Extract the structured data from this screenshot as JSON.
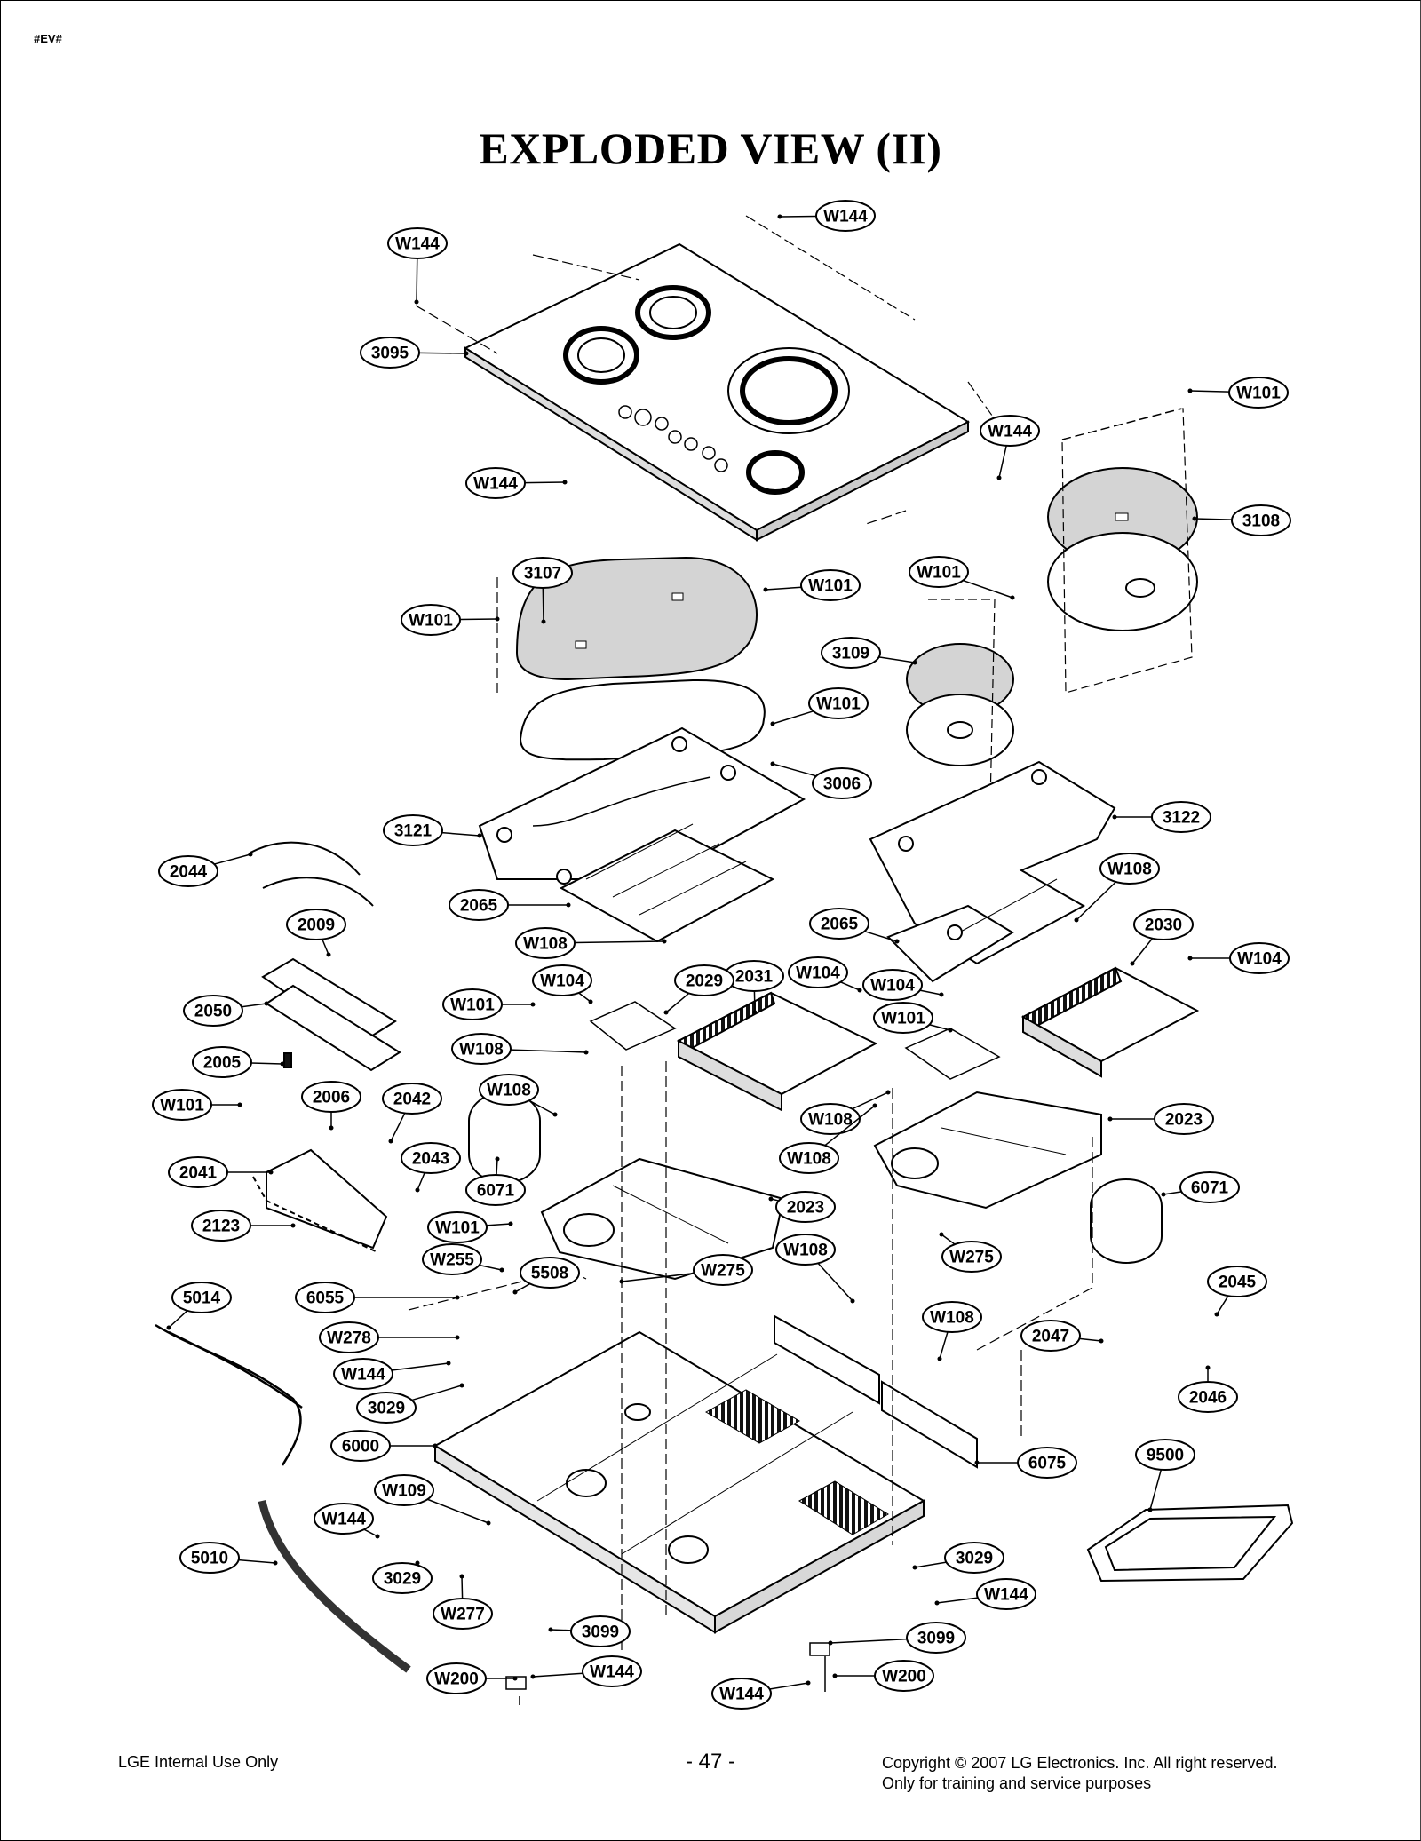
{
  "header": {
    "doc_tag": "#EV#",
    "title": "EXPLODED VIEW (II)"
  },
  "callouts": [
    {
      "label": "W144"
    },
    {
      "label": "W144"
    },
    {
      "label": "3095"
    },
    {
      "label": "W101"
    },
    {
      "label": "W144"
    },
    {
      "label": "W144"
    },
    {
      "label": "3108"
    },
    {
      "label": "3107"
    },
    {
      "label": "W101"
    },
    {
      "label": "W101"
    },
    {
      "label": "W101"
    },
    {
      "label": "3109"
    },
    {
      "label": "W101"
    },
    {
      "label": "3006"
    },
    {
      "label": "3121"
    },
    {
      "label": "3122"
    },
    {
      "label": "2044"
    },
    {
      "label": "W108"
    },
    {
      "label": "2065"
    },
    {
      "label": "2065"
    },
    {
      "label": "2030"
    },
    {
      "label": "W108"
    },
    {
      "label": "2009"
    },
    {
      "label": "2031"
    },
    {
      "label": "W104"
    },
    {
      "label": "W104"
    },
    {
      "label": "W104"
    },
    {
      "label": "W104"
    },
    {
      "label": "2029"
    },
    {
      "label": "2050"
    },
    {
      "label": "W101"
    },
    {
      "label": "W101"
    },
    {
      "label": "W108"
    },
    {
      "label": "2005"
    },
    {
      "label": "W108"
    },
    {
      "label": "W101"
    },
    {
      "label": "2006"
    },
    {
      "label": "2042"
    },
    {
      "label": "W108"
    },
    {
      "label": "2023"
    },
    {
      "label": "2043"
    },
    {
      "label": "W108"
    },
    {
      "label": "2041"
    },
    {
      "label": "6071"
    },
    {
      "label": "6071"
    },
    {
      "label": "2023"
    },
    {
      "label": "2123"
    },
    {
      "label": "W101"
    },
    {
      "label": "W108"
    },
    {
      "label": "W275"
    },
    {
      "label": "W255"
    },
    {
      "label": "W275"
    },
    {
      "label": "2045"
    },
    {
      "label": "5508"
    },
    {
      "label": "5014"
    },
    {
      "label": "6055"
    },
    {
      "label": "W108"
    },
    {
      "label": "W278"
    },
    {
      "label": "2047"
    },
    {
      "label": "W144"
    },
    {
      "label": "2046"
    },
    {
      "label": "3029"
    },
    {
      "label": "6000"
    },
    {
      "label": "6075"
    },
    {
      "label": "9500"
    },
    {
      "label": "W109"
    },
    {
      "label": "W144"
    },
    {
      "label": "5010"
    },
    {
      "label": "3029"
    },
    {
      "label": "3029"
    },
    {
      "label": "W144"
    },
    {
      "label": "W277"
    },
    {
      "label": "3099"
    },
    {
      "label": "3099"
    },
    {
      "label": "W144"
    },
    {
      "label": "W200"
    },
    {
      "label": "W200"
    },
    {
      "label": "W144"
    }
  ],
  "footer": {
    "left": "LGE Internal Use Only",
    "page": "- 47 -",
    "copyright": "Copyright © 2007 LG Electronics. Inc. All right reserved.",
    "note": "Only for training and service purposes"
  }
}
